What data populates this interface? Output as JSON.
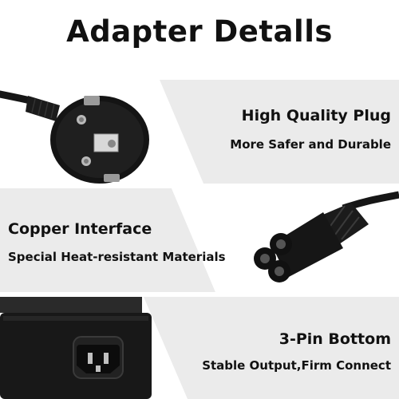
{
  "title": "Adapter Detalls",
  "sections": [
    {
      "heading": "High Quality Plug",
      "subheading": "More Safer and Durable",
      "image": "eu-plug-icon"
    },
    {
      "heading": "Copper Interface",
      "subheading": "Special Heat-resistant Materials",
      "image": "cloverleaf-connector-icon"
    },
    {
      "heading": "3-Pin Bottom",
      "subheading": "Stable Output,Firm Connect",
      "image": "adapter-brick-icon"
    }
  ],
  "colors": {
    "panel": "#ebebeb",
    "text": "#111111",
    "plug": "#161616"
  }
}
